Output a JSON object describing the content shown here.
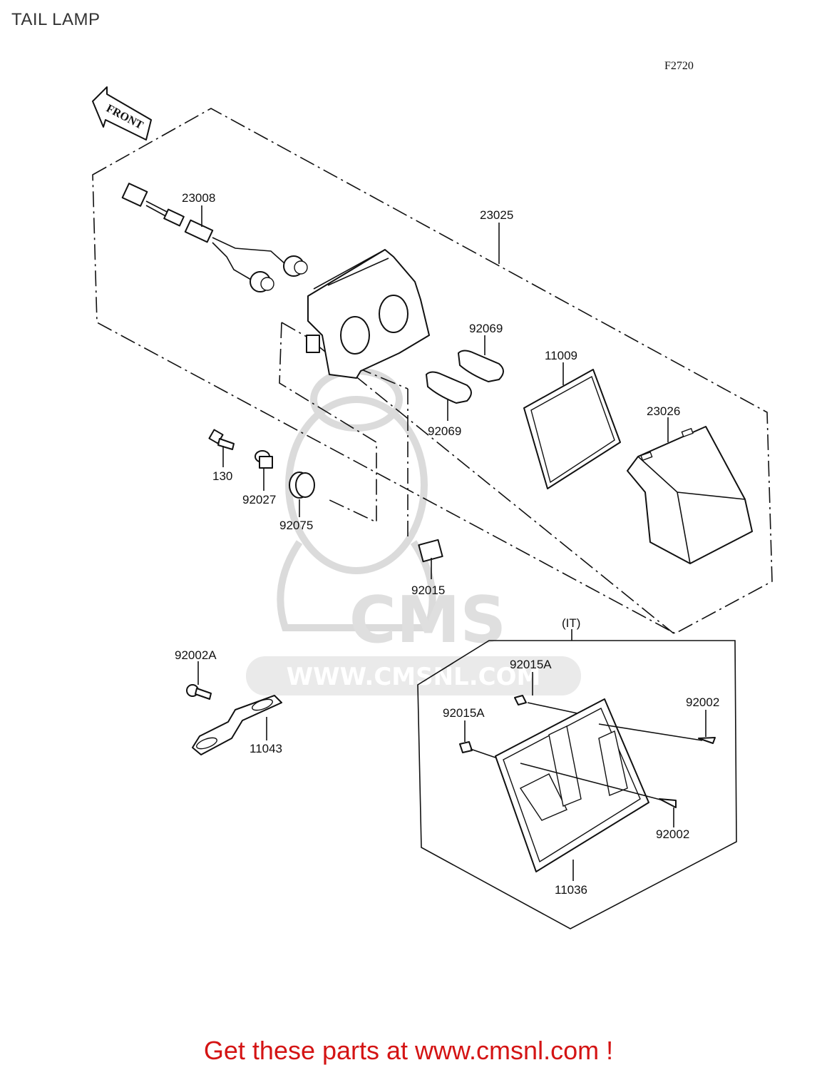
{
  "title": "TAIL LAMP",
  "figure_code": "F2720",
  "direction_label": "FRONT",
  "variant_label": "(IT)",
  "watermark": {
    "logo_text": "CMS",
    "url_text": "WWW.CMSNL.COM"
  },
  "parts": {
    "p23008": "23008",
    "p23025": "23025",
    "p92069_top": "92069",
    "p92069_bottom": "92069",
    "p11009": "11009",
    "p23026": "23026",
    "p130": "130",
    "p92027": "92027",
    "p92075": "92075",
    "p92015": "92015",
    "p92002A": "92002A",
    "p11043": "11043",
    "p92015A_top": "92015A",
    "p92015A_left": "92015A",
    "p92002_right": "92002",
    "p92002_bottom": "92002",
    "p11036": "11036"
  },
  "footer": "Get these parts at www.cmsnl.com !"
}
